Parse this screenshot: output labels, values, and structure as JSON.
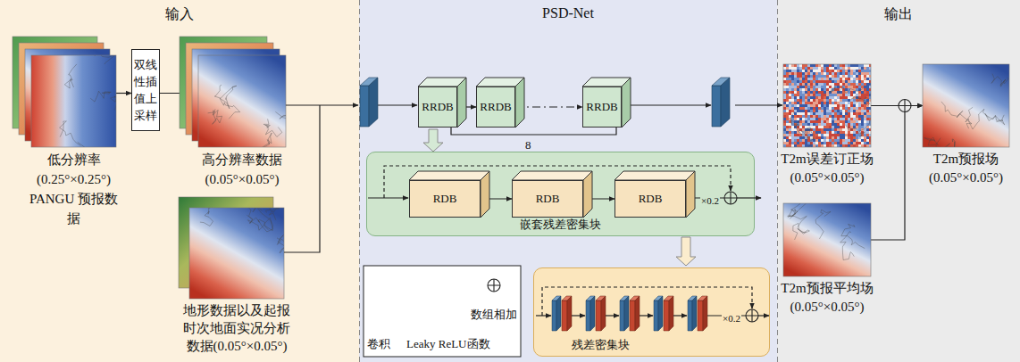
{
  "diagram": {
    "nodes": [
      {
        "text": [
          "输入"
        ]
      },
      {
        "text": [
          "PSD-Net"
        ]
      },
      {
        "text": [
          "输出"
        ]
      },
      {
        "text": [
          "低分辨率 (0.25°×0.25°) PANGU 预报数据"
        ],
        "in": 0
      },
      {
        "text": [
          "双线性插值上采样"
        ],
        "in": 0
      },
      {
        "text": [
          "高分辨率数据 (0.05°×0.05°)"
        ],
        "in": 0
      },
      {
        "text": [
          "地形数据以及起报时次地面实况分析数据(0.05°×0.05°)"
        ],
        "in": 0
      },
      {
        "text": [
          "RRDB"
        ],
        "in": 1
      },
      {
        "text": [
          "RRDB"
        ],
        "in": 1
      },
      {
        "text": [
          "RRDB"
        ],
        "in": 1
      },
      {
        "text": [
          "嵌套残差密集块"
        ],
        "in": 1
      },
      {
        "text": [
          "RDB"
        ],
        "in": 10
      },
      {
        "text": [
          "RDB"
        ],
        "in": 10
      },
      {
        "text": [
          "RDB"
        ],
        "in": 10
      },
      {
        "text": [
          "残差密集块"
        ],
        "in": 1
      },
      {
        "text": [
          "T2m误差订正场 (0.05°×0.05°)"
        ],
        "in": 2
      },
      {
        "text": [
          "T2m预报场 (0.05°×0.05°)"
        ],
        "in": 2
      },
      {
        "text": [
          "T2m预报平均场 (0.05°×0.05°)"
        ],
        "in": 2
      }
    ],
    "edges": [
      {
        "from": 3,
        "to": 4,
        "arrow": "to"
      },
      {
        "from": 4,
        "to": 5,
        "arrow": "to"
      },
      {
        "from": 7,
        "to": 8,
        "arrow": "to"
      },
      {
        "from": 8,
        "to": 9,
        "arrow": "to"
      },
      {
        "from": 11,
        "to": 12,
        "arrow": "to"
      },
      {
        "from": 12,
        "to": 13,
        "arrow": "to"
      },
      {
        "from": 15,
        "to": 16,
        "arrow": "to"
      },
      {
        "from": 17,
        "to": 16,
        "arrow": "to"
      }
    ],
    "labels": [
      "8",
      "×0.2",
      "×0.2"
    ],
    "legend": [
      {
        "text": "卷积",
        "color": "#3b6f9e"
      },
      {
        "text": "Leaky ReLU函数",
        "color": "#c4462f"
      },
      {
        "text": "数组相加"
      }
    ]
  }
}
